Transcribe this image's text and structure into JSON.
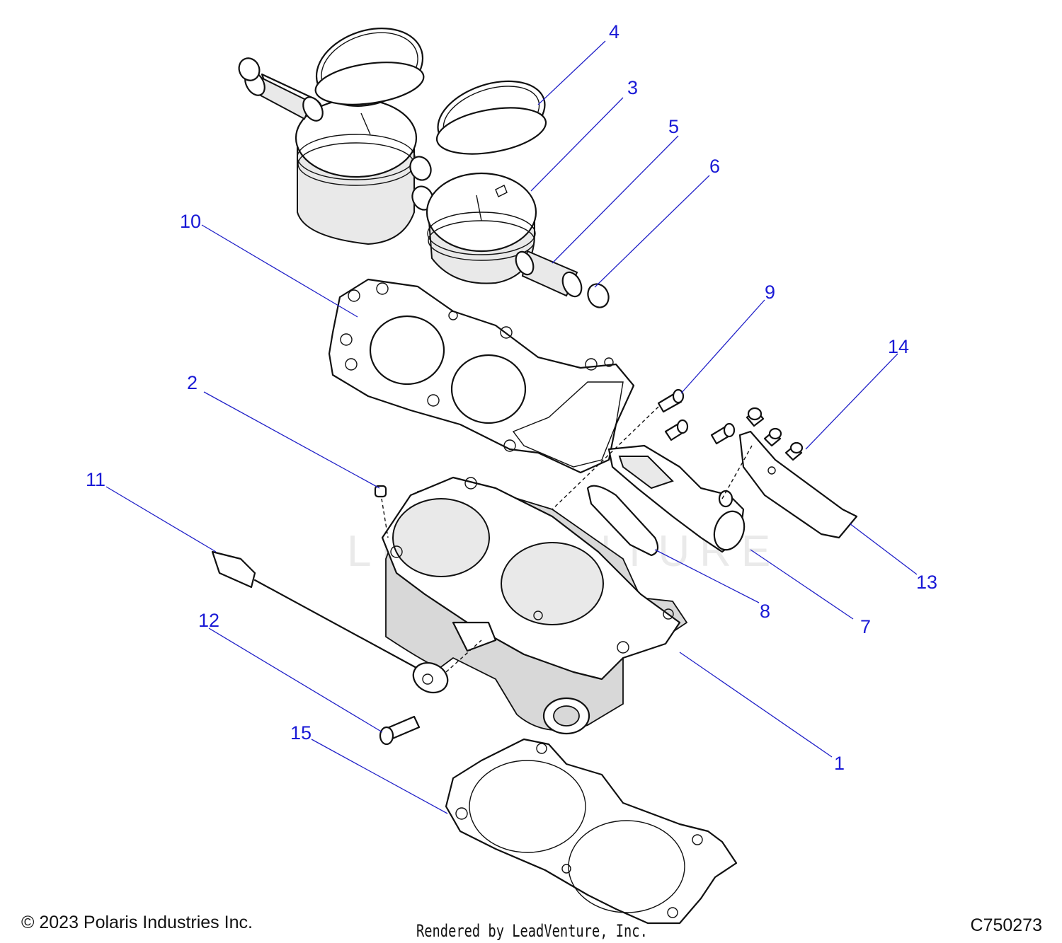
{
  "diagram": {
    "callouts": [
      {
        "id": "1",
        "label": "1"
      },
      {
        "id": "2",
        "label": "2"
      },
      {
        "id": "3",
        "label": "3"
      },
      {
        "id": "4",
        "label": "4"
      },
      {
        "id": "5",
        "label": "5"
      },
      {
        "id": "6",
        "label": "6"
      },
      {
        "id": "7",
        "label": "7"
      },
      {
        "id": "8",
        "label": "8"
      },
      {
        "id": "9",
        "label": "9"
      },
      {
        "id": "10",
        "label": "10"
      },
      {
        "id": "11",
        "label": "11"
      },
      {
        "id": "12",
        "label": "12"
      },
      {
        "id": "13",
        "label": "13"
      },
      {
        "id": "14",
        "label": "14"
      },
      {
        "id": "15",
        "label": "15"
      }
    ],
    "watermark": "LEADVENTURE",
    "colors": {
      "callout": "#1a1ad6",
      "leader": "#2121c8",
      "line": "#111111"
    }
  },
  "footer": {
    "copyright": "© 2023 Polaris Industries Inc.",
    "rendered_by": "Rendered by LeadVenture, Inc.",
    "diagram_id": "C750273"
  }
}
